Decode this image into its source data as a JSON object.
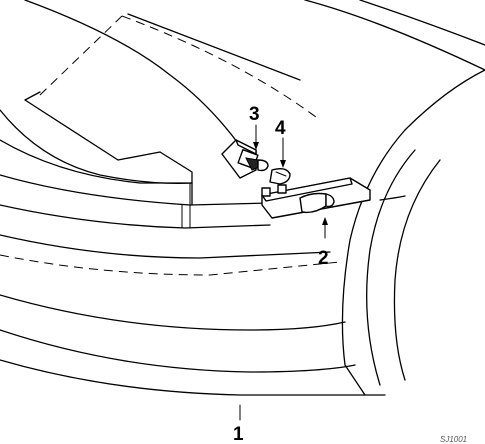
{
  "callouts": {
    "c1": "1",
    "c2": "2",
    "c3": "3",
    "c4": "4"
  },
  "stamp": "SJ1001"
}
